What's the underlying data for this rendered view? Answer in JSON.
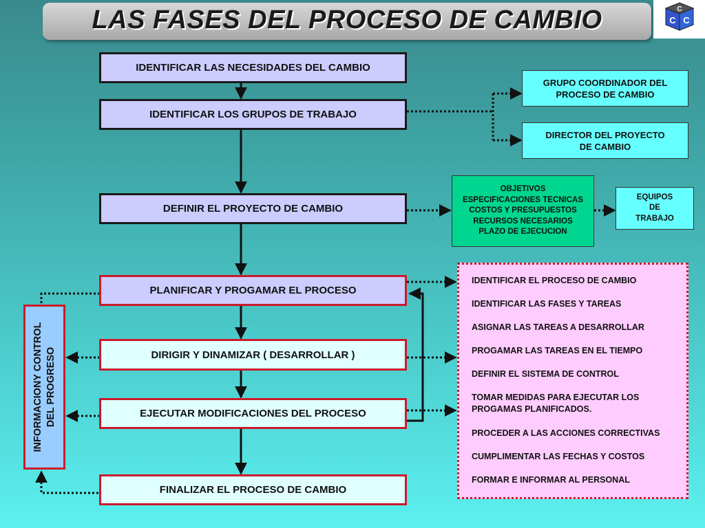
{
  "header": {
    "title": "LAS FASES DEL PROCESO DE CAMBIO",
    "logo_letters": [
      "C",
      "C",
      "C"
    ]
  },
  "main_steps": [
    "IDENTIFICAR LAS NECESIDADES DEL CAMBIO",
    "IDENTIFICAR LOS GRUPOS DE TRABAJO",
    "DEFINIR EL PROYECTO DE CAMBIO",
    "PLANIFICAR Y PROGAMAR EL PROCESO",
    "DIRIGIR Y DINAMIZAR ( DESARROLLAR )",
    "EJECUTAR MODIFICACIONES DEL PROCESO",
    "FINALIZAR EL PROCESO DE CAMBIO"
  ],
  "groups": [
    [
      "GRUPO COORDINADOR DEL",
      "PROCESO DE CAMBIO"
    ],
    [
      "DIRECTOR DEL PROYECTO",
      "DE CAMBIO"
    ]
  ],
  "project_definition": [
    "OBJETIVOS",
    "ESPECIFICACIONES TECNICAS",
    "COSTOS Y PRESUPUESTOS",
    "RECURSOS NECESARIOS",
    "PLAZO DE EJECUCION"
  ],
  "teams": [
    "EQUIPOS",
    "DE",
    "TRABAJO"
  ],
  "planning_tasks": [
    "IDENTIFICAR EL PROCESO DE CAMBIO",
    "IDENTIFICAR LAS FASES Y TAREAS",
    "ASIGNAR LAS TAREAS A DESARROLLAR",
    "PROGAMAR LAS TAREAS EN EL TIEMPO",
    "DEFINIR EL SISTEMA DE CONTROL",
    [
      "TOMAR MEDIDAS PARA EJECUTAR LOS",
      "PROGAMAS PLANIFICADOS."
    ],
    "PROCEDER A LAS ACCIONES CORRECTIVAS",
    "CUMPLIMENTAR LAS FECHAS Y COSTOS",
    "FORMAR E INFORMAR AL PERSONAL"
  ],
  "progress_box": [
    "INFORMACIONY CONTROL",
    "DEL PROGRESO"
  ]
}
